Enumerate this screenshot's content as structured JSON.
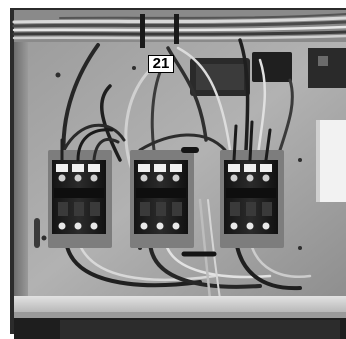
{
  "photo": {
    "subject": "electrical-control-panel",
    "tone": "grayscale",
    "callout_label": "21",
    "contactor_count": 3,
    "colors": {
      "panel": "#a9a9a9",
      "contactor_body": "#1e1e1e",
      "wire": "#2a2a2a",
      "background": "#ffffff"
    }
  }
}
